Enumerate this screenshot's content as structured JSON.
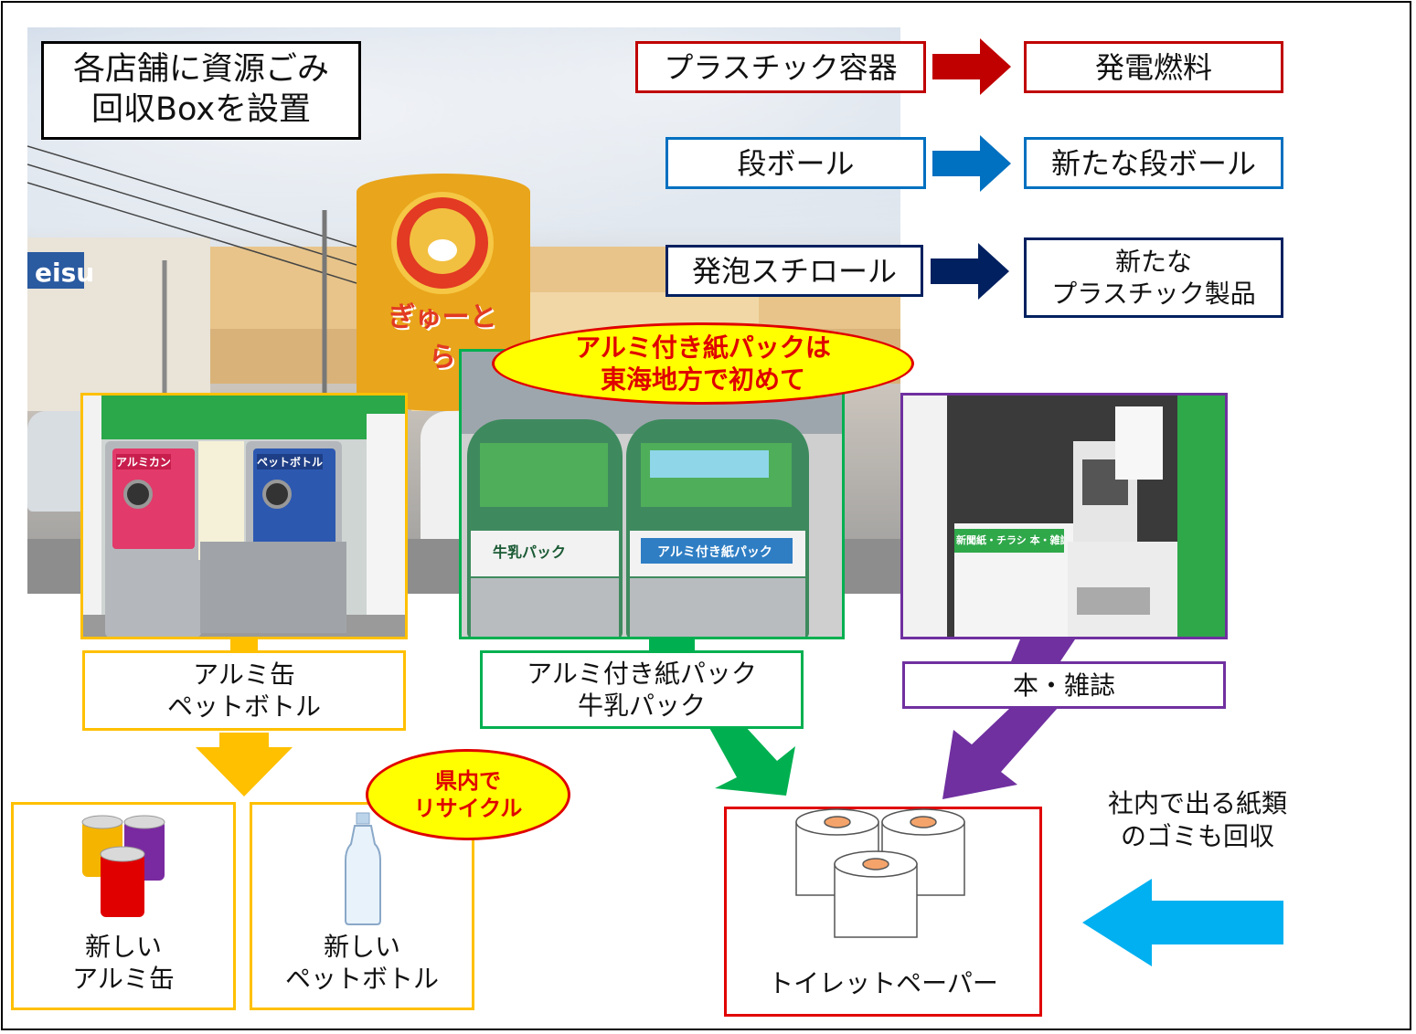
{
  "header_box": {
    "line1": "各店舗に資源ごみ",
    "line2": "回収Boxを設置"
  },
  "store_sign": "ぎゅーとら",
  "flows": [
    {
      "from": "プラスチック容器",
      "to": "発電燃料",
      "color": "#c00000"
    },
    {
      "from": "段ボール",
      "to": "新たな段ボール",
      "color": "#0070c0"
    },
    {
      "from": "発泡スチロール",
      "to_line1": "新たな",
      "to_line2": "プラスチック製品",
      "color": "#002060"
    }
  ],
  "callout_top": {
    "line1": "アルミ付き紙パックは",
    "line2": "東海地方で初めて"
  },
  "callout_local": {
    "line1": "県内で",
    "line2": "リサイクル"
  },
  "machine_labels": {
    "left": "アルミカン",
    "right": "ペットボトル"
  },
  "milk_box_labels": {
    "left": "牛乳パック",
    "right": "アルミ付き紙パック"
  },
  "book_box_sign": "新聞紙・チラシ 本・雑誌",
  "collection": {
    "cans_bottles": {
      "line1": "アルミ缶",
      "line2": "ペットボトル",
      "color": "#ffc000"
    },
    "cartons": {
      "line1": "アルミ付き紙パック",
      "line2": "牛乳パック",
      "color": "#00b050"
    },
    "books": {
      "label": "本・雑誌",
      "color": "#7030a0"
    }
  },
  "outputs": {
    "new_cans": {
      "line1": "新しい",
      "line2": "アルミ缶"
    },
    "new_bottles": {
      "line1": "新しい",
      "line2": "ペットボトル"
    },
    "toilet_paper": {
      "label": "トイレットペーパー",
      "color": "#e00000"
    }
  },
  "office_paper": {
    "line1": "社内で出る紙類",
    "line2": "のゴミも回収",
    "arrow_color": "#00b0f0"
  }
}
